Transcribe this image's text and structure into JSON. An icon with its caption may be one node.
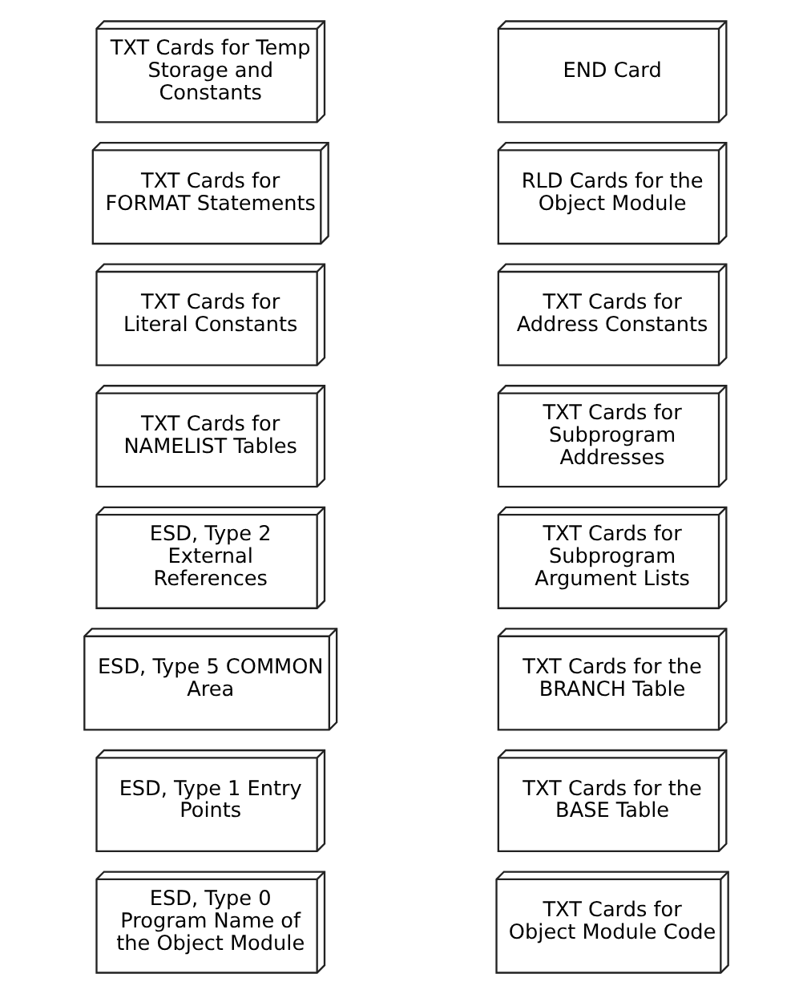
{
  "diagram": {
    "nodes": [
      {
        "text": [
          "TXT Cards for Temp Storage and Constants"
        ]
      },
      {
        "text": [
          "TXT Cards for FORMAT Statements"
        ]
      },
      {
        "text": [
          "TXT Cards for Literal Constants"
        ]
      },
      {
        "text": [
          "TXT Cards for NAMELIST Tables"
        ]
      },
      {
        "text": [
          "ESD, Type 2 External References"
        ]
      },
      {
        "text": [
          "ESD, Type 5 COMMON Area"
        ]
      },
      {
        "text": [
          "ESD, Type 1 Entry Points"
        ]
      },
      {
        "text": [
          "ESD, Type 0 Program Name of the Object Module"
        ]
      },
      {
        "text": [
          "END Card"
        ]
      },
      {
        "text": [
          "RLD Cards for the Object Module"
        ]
      },
      {
        "text": [
          "TXT Cards for Address Constants"
        ]
      },
      {
        "text": [
          "TXT Cards for Subprogram Addresses"
        ]
      },
      {
        "text": [
          "TXT Cards for Subprogram Argument Lists"
        ]
      },
      {
        "text": [
          "TXT Cards for the BRANCH Table"
        ]
      },
      {
        "text": [
          "TXT Cards for the BASE Table"
        ]
      },
      {
        "text": [
          "TXT Cards for Object Module Code"
        ]
      }
    ],
    "edges": []
  }
}
